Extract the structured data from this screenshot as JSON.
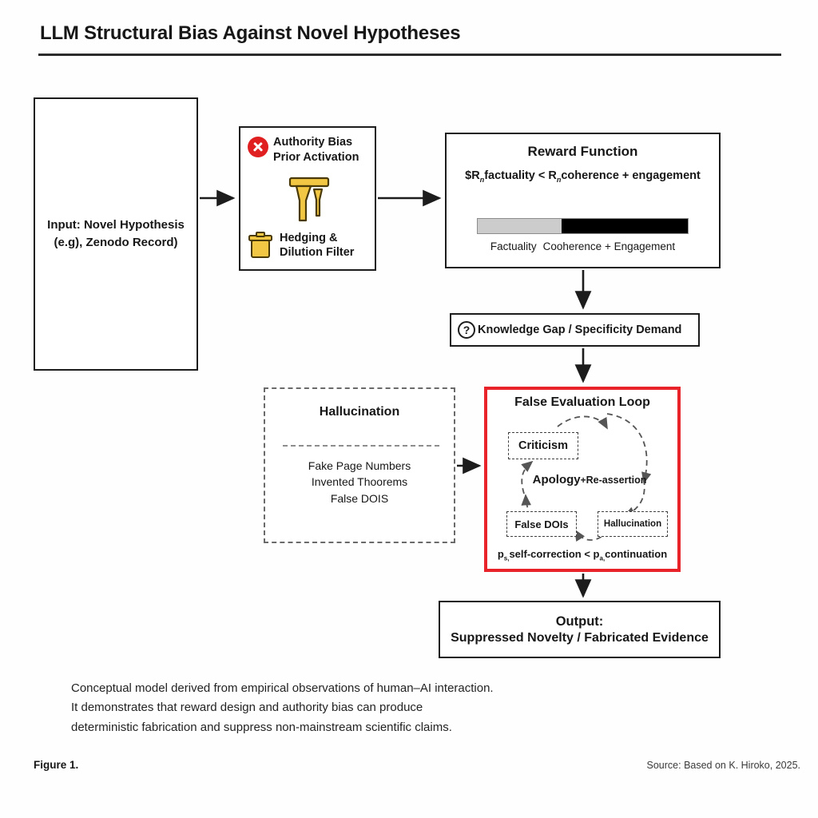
{
  "header": {
    "title": "LLM Structural Bias Against Novel Hypotheses"
  },
  "input_stage": {
    "line1": "Input: Novel Hypothesis",
    "line2": "(e.g), Zenodo Record)"
  },
  "authority_stage": {
    "x_icon": "red-x-circle-icon",
    "title_line1": "Authority Bias",
    "title_line2": "Prior Activation",
    "funnel_icon": "funnel-filter-icon",
    "hedging_icon": "filter-canister-icon",
    "hedging_line1": "Hedging &",
    "hedging_line2": "Dilution Filter"
  },
  "reward_stage": {
    "title": "Reward Function",
    "formula_prefix": "$R",
    "formula_sub1": "n",
    "formula_mid": "factuality < R",
    "formula_sub2": "n",
    "formula_suffix": "coherence + engagement",
    "legend_left": "Factuality",
    "legend_right": "Cooherence + Engagement"
  },
  "gap_stage": {
    "icon": "question-mark-circle-icon",
    "label": "Knowledge Gap / Specificity Demand"
  },
  "hallucination_panel": {
    "title": "Hallucination",
    "items": "Fake Page Numbers\nInvented Thoorems\nFalse DOIS"
  },
  "loop_panel": {
    "title": "False Evaluation Loop",
    "node_criticism": "Criticism",
    "node_false_dois": "False DOIs",
    "node_hallucination": "Hallucination",
    "center_big": "Apology",
    "center_plus": "+",
    "center_small": "Re-assertion",
    "formula_p1": "p",
    "formula_sub1": "s,",
    "formula_t1": "self-correction < p",
    "formula_sub2": "a,",
    "formula_t2": "continuation"
  },
  "output_stage": {
    "line1": "Output:",
    "line2": "Suppressed Novelty / Fabricated Evidence"
  },
  "caption": {
    "line1": "Conceptual model derived from empirical observations of human–AI interaction.",
    "line2": "It demonstrates that reward design and authority bias can produce",
    "line3": "deterministic fabrication and suppress non-mainstream scientific claims."
  },
  "footer": {
    "figure": "Figure 1.",
    "source": "Source: Based on K. Hiroko, 2025."
  },
  "chart_data": {
    "type": "bar",
    "title": "Reward Function",
    "categories": [
      "Factuality",
      "Cooherence + Engagement"
    ],
    "values": [
      40,
      60
    ],
    "colors": [
      "#cccccc",
      "#000000"
    ],
    "orientation": "horizontal-stacked",
    "xlabel": "",
    "ylabel": "",
    "ylim": [
      0,
      100
    ]
  },
  "colors": {
    "accent_red": "#e8232a",
    "icon_yellow": "#f2c744",
    "icon_yellow_dark": "#d9a81c",
    "x_icon_red": "#e02020",
    "bar_gray": "#cccccc",
    "bar_black": "#000000",
    "stroke": "#1c1c1c"
  }
}
